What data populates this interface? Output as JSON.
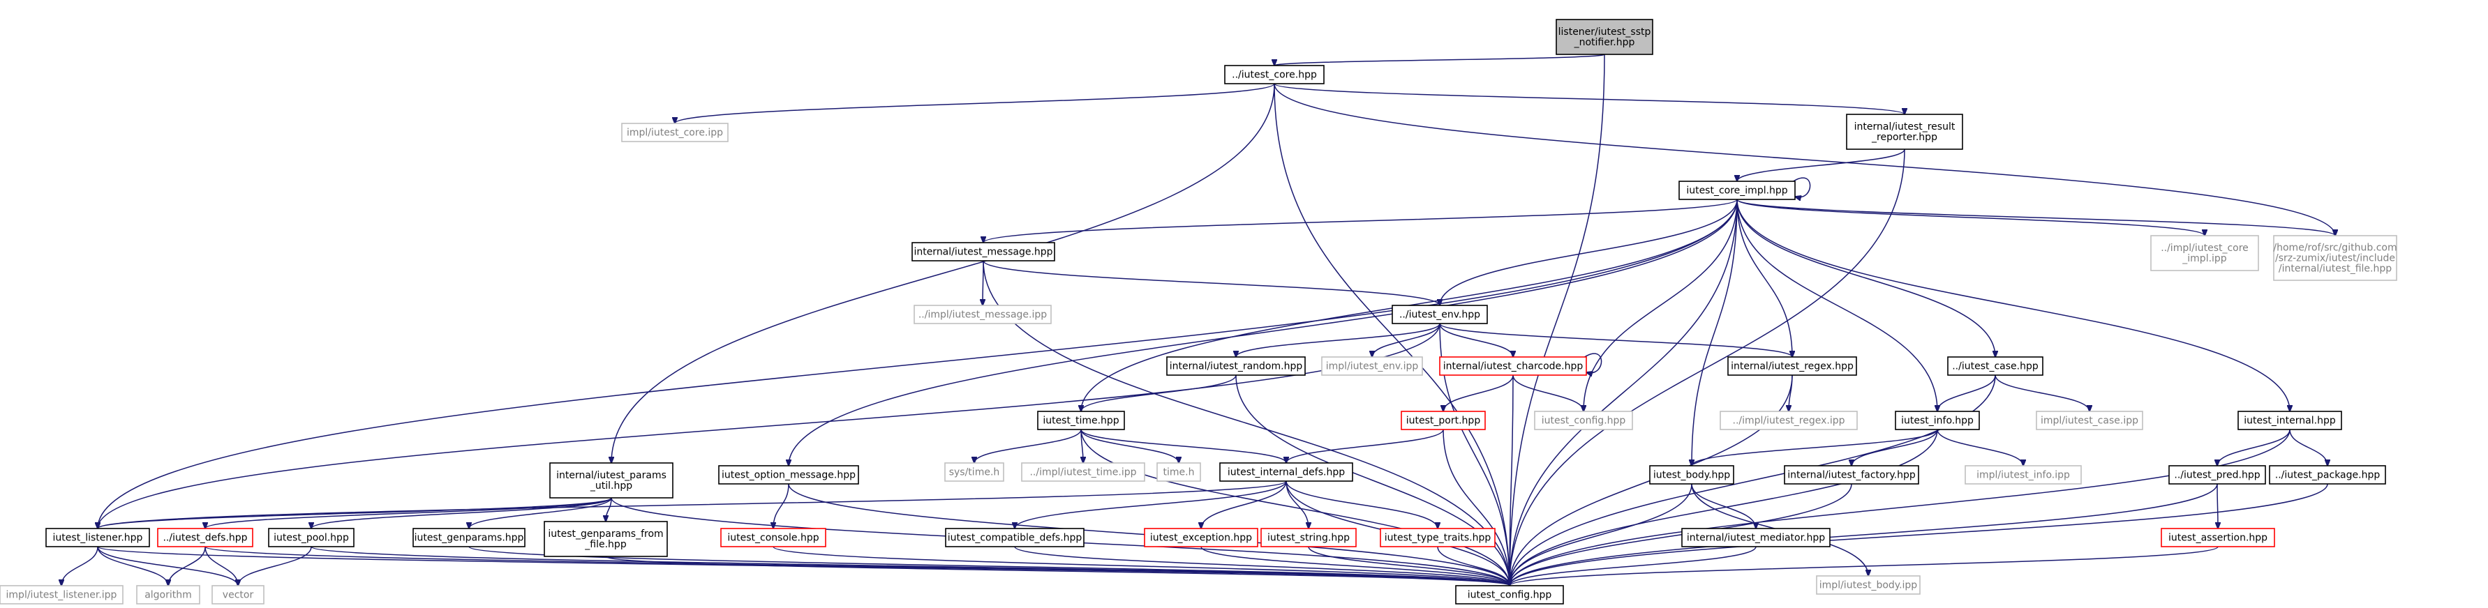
{
  "graph": {
    "nodes": [
      {
        "id": "root",
        "lines": [
          "listener/iutest_sstp",
          "_notifier.hpp"
        ],
        "style": "root"
      },
      {
        "id": "core",
        "lines": [
          "../iutest_core.hpp"
        ],
        "style": "normal"
      },
      {
        "id": "core_ipp",
        "lines": [
          "impl/iutest_core.ipp"
        ],
        "style": "grey"
      },
      {
        "id": "result_reporter",
        "lines": [
          "internal/iutest_result",
          "_reporter.hpp"
        ],
        "style": "normal"
      },
      {
        "id": "core_impl",
        "lines": [
          "iutest_core_impl.hpp"
        ],
        "style": "normal"
      },
      {
        "id": "core_impl_ipp",
        "lines": [
          "../impl/iutest_core",
          "_impl.ipp"
        ],
        "style": "grey"
      },
      {
        "id": "iutest_file",
        "lines": [
          "/home/rof/src/github.com",
          "/srz-zumix/iutest/include",
          "/internal/iutest_file.hpp"
        ],
        "style": "grey"
      },
      {
        "id": "message",
        "lines": [
          "internal/iutest_message.hpp"
        ],
        "style": "normal"
      },
      {
        "id": "message_ipp",
        "lines": [
          "../impl/iutest_message.ipp"
        ],
        "style": "grey"
      },
      {
        "id": "env",
        "lines": [
          "../iutest_env.hpp"
        ],
        "style": "normal"
      },
      {
        "id": "random",
        "lines": [
          "internal/iutest_random.hpp"
        ],
        "style": "normal"
      },
      {
        "id": "env_ipp",
        "lines": [
          "impl/iutest_env.ipp"
        ],
        "style": "grey"
      },
      {
        "id": "charcode",
        "lines": [
          "internal/iutest_charcode.hpp"
        ],
        "style": "red"
      },
      {
        "id": "regex",
        "lines": [
          "internal/iutest_regex.hpp"
        ],
        "style": "normal"
      },
      {
        "id": "regex_ipp",
        "lines": [
          "../impl/iutest_regex.ipp"
        ],
        "style": "grey"
      },
      {
        "id": "case",
        "lines": [
          "../iutest_case.hpp"
        ],
        "style": "normal"
      },
      {
        "id": "case_ipp",
        "lines": [
          "impl/iutest_case.ipp"
        ],
        "style": "grey"
      },
      {
        "id": "internal",
        "lines": [
          "iutest_internal.hpp"
        ],
        "style": "normal"
      },
      {
        "id": "port",
        "lines": [
          "iutest_port.hpp"
        ],
        "style": "red"
      },
      {
        "id": "config_mid",
        "lines": [
          "iutest_config.hpp"
        ],
        "style": "grey"
      },
      {
        "id": "info",
        "lines": [
          "iutest_info.hpp"
        ],
        "style": "normal"
      },
      {
        "id": "time",
        "lines": [
          "iutest_time.hpp"
        ],
        "style": "normal"
      },
      {
        "id": "sys_time",
        "lines": [
          "sys/time.h"
        ],
        "style": "grey"
      },
      {
        "id": "time_ipp",
        "lines": [
          "../impl/iutest_time.ipp"
        ],
        "style": "grey"
      },
      {
        "id": "time_h",
        "lines": [
          "time.h"
        ],
        "style": "grey"
      },
      {
        "id": "internal_defs",
        "lines": [
          "iutest_internal_defs.hpp"
        ],
        "style": "normal"
      },
      {
        "id": "params_util",
        "lines": [
          "internal/iutest_params",
          "_util.hpp"
        ],
        "style": "normal"
      },
      {
        "id": "option_message",
        "lines": [
          "iutest_option_message.hpp"
        ],
        "style": "normal"
      },
      {
        "id": "console",
        "lines": [
          "iutest_console.hpp"
        ],
        "style": "red"
      },
      {
        "id": "body",
        "lines": [
          "iutest_body.hpp"
        ],
        "style": "normal"
      },
      {
        "id": "factory",
        "lines": [
          "internal/iutest_factory.hpp"
        ],
        "style": "normal"
      },
      {
        "id": "info_ipp",
        "lines": [
          "impl/iutest_info.ipp"
        ],
        "style": "grey"
      },
      {
        "id": "pred",
        "lines": [
          "../iutest_pred.hpp"
        ],
        "style": "normal"
      },
      {
        "id": "package",
        "lines": [
          "../iutest_package.hpp"
        ],
        "style": "normal"
      },
      {
        "id": "assertion",
        "lines": [
          "iutest_assertion.hpp"
        ],
        "style": "red"
      },
      {
        "id": "mediator",
        "lines": [
          "internal/iutest_mediator.hpp"
        ],
        "style": "normal"
      },
      {
        "id": "body_ipp",
        "lines": [
          "impl/iutest_body.ipp"
        ],
        "style": "grey"
      },
      {
        "id": "listener",
        "lines": [
          "iutest_listener.hpp"
        ],
        "style": "normal"
      },
      {
        "id": "defs",
        "lines": [
          "../iutest_defs.hpp"
        ],
        "style": "red"
      },
      {
        "id": "pool",
        "lines": [
          "iutest_pool.hpp"
        ],
        "style": "normal"
      },
      {
        "id": "genparams",
        "lines": [
          "iutest_genparams.hpp"
        ],
        "style": "normal"
      },
      {
        "id": "genparams_from_file",
        "lines": [
          "iutest_genparams_from",
          "_file.hpp"
        ],
        "style": "normal"
      },
      {
        "id": "compatible_defs",
        "lines": [
          "iutest_compatible_defs.hpp"
        ],
        "style": "normal"
      },
      {
        "id": "exception",
        "lines": [
          "iutest_exception.hpp"
        ],
        "style": "red"
      },
      {
        "id": "string",
        "lines": [
          "iutest_string.hpp"
        ],
        "style": "red"
      },
      {
        "id": "type_traits",
        "lines": [
          "iutest_type_traits.hpp"
        ],
        "style": "red"
      },
      {
        "id": "listener_ipp",
        "lines": [
          "impl/iutest_listener.ipp"
        ],
        "style": "grey"
      },
      {
        "id": "algorithm",
        "lines": [
          "algorithm"
        ],
        "style": "grey"
      },
      {
        "id": "vector",
        "lines": [
          "vector"
        ],
        "style": "grey"
      },
      {
        "id": "config",
        "lines": [
          "iutest_config.hpp"
        ],
        "style": "normal"
      }
    ],
    "edges": [
      [
        "root",
        "core"
      ],
      [
        "root",
        "config"
      ],
      [
        "core",
        "core_ipp"
      ],
      [
        "core",
        "result_reporter"
      ],
      [
        "core",
        "params_util"
      ],
      [
        "core",
        "config"
      ],
      [
        "core",
        "iutest_file"
      ],
      [
        "result_reporter",
        "core_impl"
      ],
      [
        "result_reporter",
        "config"
      ],
      [
        "core_impl",
        "core_impl"
      ],
      [
        "core_impl",
        "core_impl_ipp"
      ],
      [
        "core_impl",
        "iutest_file"
      ],
      [
        "core_impl",
        "message"
      ],
      [
        "core_impl",
        "env"
      ],
      [
        "core_impl",
        "regex"
      ],
      [
        "core_impl",
        "case"
      ],
      [
        "core_impl",
        "internal"
      ],
      [
        "core_impl",
        "info"
      ],
      [
        "core_impl",
        "time"
      ],
      [
        "core_impl",
        "option_message"
      ],
      [
        "core_impl",
        "listener"
      ],
      [
        "core_impl",
        "body"
      ],
      [
        "core_impl",
        "config_mid"
      ],
      [
        "core_impl",
        "config"
      ],
      [
        "message",
        "message_ipp"
      ],
      [
        "message",
        "env"
      ],
      [
        "message",
        "config"
      ],
      [
        "env",
        "random"
      ],
      [
        "env",
        "env_ipp"
      ],
      [
        "env",
        "charcode"
      ],
      [
        "env",
        "regex"
      ],
      [
        "env",
        "listener"
      ],
      [
        "env",
        "config"
      ],
      [
        "random",
        "time"
      ],
      [
        "random",
        "config"
      ],
      [
        "charcode",
        "charcode"
      ],
      [
        "charcode",
        "port"
      ],
      [
        "charcode",
        "config_mid"
      ],
      [
        "charcode",
        "config"
      ],
      [
        "regex",
        "regex_ipp"
      ],
      [
        "regex",
        "config"
      ],
      [
        "case",
        "info"
      ],
      [
        "case",
        "case_ipp"
      ],
      [
        "case",
        "config"
      ],
      [
        "internal",
        "pred"
      ],
      [
        "internal",
        "package"
      ],
      [
        "internal",
        "config"
      ],
      [
        "port",
        "internal_defs"
      ],
      [
        "port",
        "config"
      ],
      [
        "info",
        "body"
      ],
      [
        "info",
        "factory"
      ],
      [
        "info",
        "info_ipp"
      ],
      [
        "info",
        "config"
      ],
      [
        "time",
        "sys_time"
      ],
      [
        "time",
        "time_ipp"
      ],
      [
        "time",
        "time_h"
      ],
      [
        "time",
        "internal_defs"
      ],
      [
        "time",
        "config"
      ],
      [
        "internal_defs",
        "listener"
      ],
      [
        "internal_defs",
        "compatible_defs"
      ],
      [
        "internal_defs",
        "exception"
      ],
      [
        "internal_defs",
        "string"
      ],
      [
        "internal_defs",
        "type_traits"
      ],
      [
        "internal_defs",
        "config"
      ],
      [
        "params_util",
        "listener"
      ],
      [
        "params_util",
        "defs"
      ],
      [
        "params_util",
        "pool"
      ],
      [
        "params_util",
        "genparams"
      ],
      [
        "params_util",
        "genparams_from_file"
      ],
      [
        "params_util",
        "config"
      ],
      [
        "option_message",
        "console"
      ],
      [
        "option_message",
        "config"
      ],
      [
        "console",
        "config"
      ],
      [
        "body",
        "mediator"
      ],
      [
        "body",
        "body_ipp"
      ],
      [
        "body",
        "config"
      ],
      [
        "factory",
        "config"
      ],
      [
        "pred",
        "assertion"
      ],
      [
        "pred",
        "config"
      ],
      [
        "package",
        "config"
      ],
      [
        "assertion",
        "config"
      ],
      [
        "mediator",
        "config"
      ],
      [
        "listener",
        "listener_ipp"
      ],
      [
        "listener",
        "algorithm"
      ],
      [
        "listener",
        "vector"
      ],
      [
        "listener",
        "config"
      ],
      [
        "defs",
        "algorithm"
      ],
      [
        "defs",
        "vector"
      ],
      [
        "defs",
        "config"
      ],
      [
        "pool",
        "vector"
      ],
      [
        "pool",
        "config"
      ],
      [
        "genparams",
        "config"
      ],
      [
        "genparams_from_file",
        "config"
      ],
      [
        "compatible_defs",
        "config"
      ],
      [
        "exception",
        "config"
      ],
      [
        "string",
        "config"
      ],
      [
        "type_traits",
        "config"
      ]
    ]
  },
  "colors": {
    "edge": "#191970",
    "root_fill": "#bfbfbf",
    "node_border": "#000000",
    "grey_border": "#bfbfbf",
    "grey_text": "#7f7f7f",
    "red_border": "#ff0000"
  }
}
